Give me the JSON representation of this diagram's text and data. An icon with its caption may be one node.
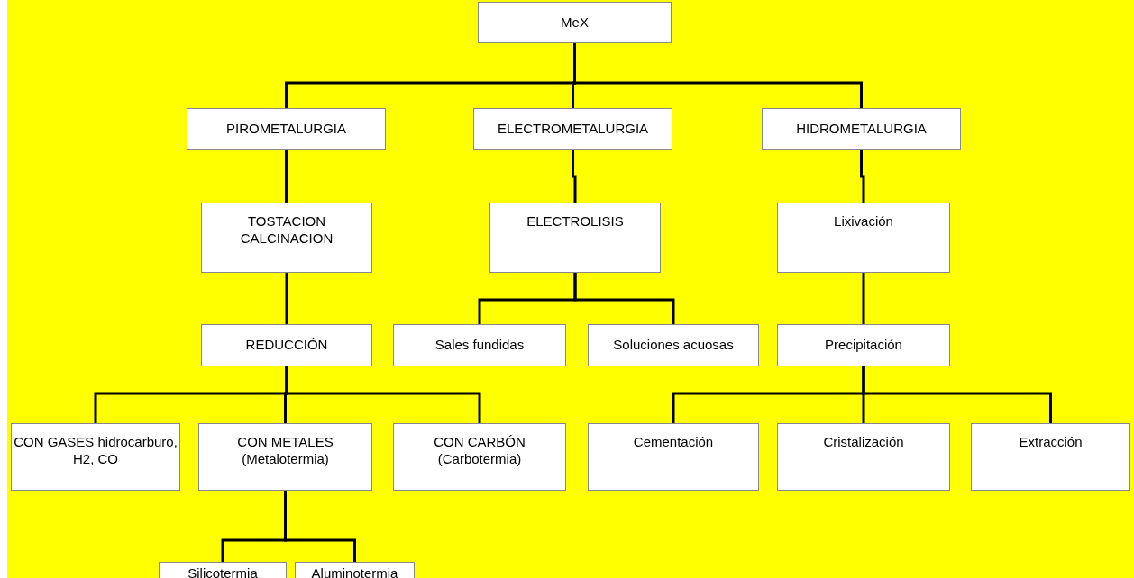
{
  "diagram": {
    "nodes": [
      {
        "text": [
          "MeX"
        ]
      },
      {
        "text": [
          "PIROMETALURGIA"
        ]
      },
      {
        "text": [
          "ELECTROMETALURGIA"
        ]
      },
      {
        "text": [
          "HIDROMETALURGIA"
        ]
      },
      {
        "text": [
          "TOSTACION CALCINACION"
        ]
      },
      {
        "text": [
          "ELECTROLISIS"
        ]
      },
      {
        "text": [
          "Lixivación"
        ]
      },
      {
        "text": [
          "REDUCCIÓN"
        ]
      },
      {
        "text": [
          "Sales fundidas"
        ]
      },
      {
        "text": [
          "Soluciones acuosas"
        ]
      },
      {
        "text": [
          "Precipitación"
        ]
      },
      {
        "text": [
          "CON GASES hidrocarburo, H2, CO"
        ]
      },
      {
        "text": [
          "CON METALES (Metalotermia)"
        ]
      },
      {
        "text": [
          "CON CARBÓN (Carbotermia)"
        ]
      },
      {
        "text": [
          "Cementación"
        ]
      },
      {
        "text": [
          "Cristalización"
        ]
      },
      {
        "text": [
          "Extracción"
        ]
      },
      {
        "text": [
          "Silicotermia"
        ]
      },
      {
        "text": [
          "Aluminotermia"
        ]
      }
    ],
    "edges": [
      {
        "from": 0,
        "to": 1,
        "arrow": "none"
      },
      {
        "from": 0,
        "to": 2,
        "arrow": "none"
      },
      {
        "from": 0,
        "to": 3,
        "arrow": "none"
      },
      {
        "from": 1,
        "to": 4,
        "arrow": "none"
      },
      {
        "from": 4,
        "to": 7,
        "arrow": "none"
      },
      {
        "from": 7,
        "to": 11,
        "arrow": "none"
      },
      {
        "from": 7,
        "to": 12,
        "arrow": "none"
      },
      {
        "from": 7,
        "to": 13,
        "arrow": "none"
      },
      {
        "from": 12,
        "to": 17,
        "arrow": "none"
      },
      {
        "from": 12,
        "to": 18,
        "arrow": "none"
      },
      {
        "from": 2,
        "to": 5,
        "arrow": "none"
      },
      {
        "from": 5,
        "to": 8,
        "arrow": "none"
      },
      {
        "from": 5,
        "to": 9,
        "arrow": "none"
      },
      {
        "from": 3,
        "to": 6,
        "arrow": "none"
      },
      {
        "from": 6,
        "to": 10,
        "arrow": "none"
      },
      {
        "from": 10,
        "to": 14,
        "arrow": "none"
      },
      {
        "from": 10,
        "to": 15,
        "arrow": "none"
      },
      {
        "from": 10,
        "to": 16,
        "arrow": "none"
      }
    ]
  }
}
